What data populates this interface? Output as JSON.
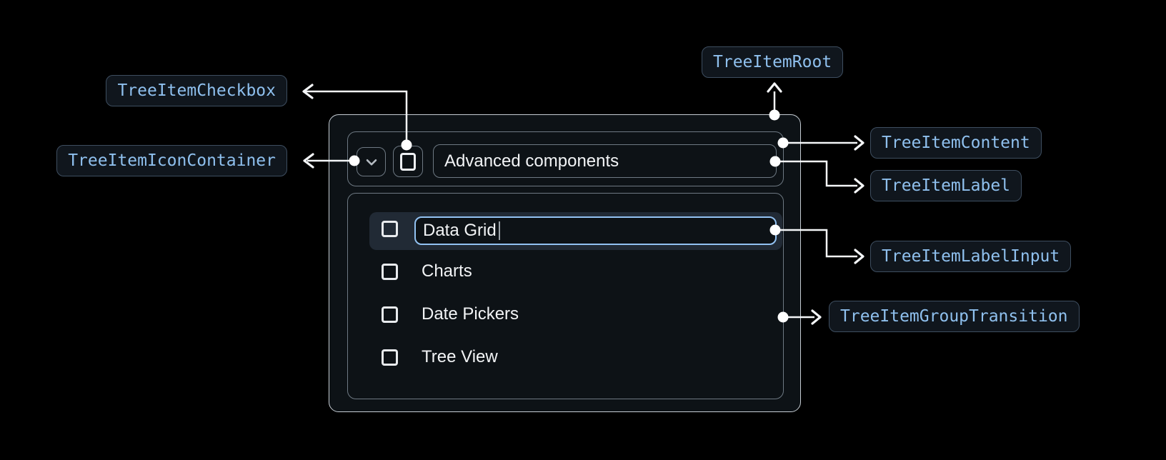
{
  "annotations": {
    "root": "TreeItemRoot",
    "checkbox": "TreeItemCheckbox",
    "icon_container": "TreeItemIconContainer",
    "content": "TreeItemContent",
    "label": "TreeItemLabel",
    "label_input": "TreeItemLabelInput",
    "group_transition": "TreeItemGroupTransition"
  },
  "tree": {
    "parent": {
      "label": "Advanced components",
      "expanded": true,
      "checkbox_checked": false
    },
    "children": [
      {
        "label": "Data Grid",
        "state": "editing",
        "checkbox_checked": false
      },
      {
        "label": "Charts",
        "checkbox_checked": false
      },
      {
        "label": "Date Pickers",
        "checkbox_checked": false
      },
      {
        "label": "Tree View",
        "checkbox_checked": false
      }
    ]
  },
  "icons": {
    "expand_icon": "chevron-down-icon",
    "checkbox_icon": "checkbox-unchecked-icon",
    "caret": "text-caret"
  },
  "colors": {
    "page_bg": "#000000",
    "surface_bg": "#0d1216",
    "root_border": "#c6cdd4",
    "inner_border": "#6e7983",
    "row_highlight_bg": "#212a35",
    "input_border": "#92c2f2",
    "annotation_text": "#8fc0ee",
    "annotation_border": "#3e4e60",
    "annotation_bg": "#10161d",
    "connector": "#f4f6f8",
    "text_primary": "#f2f4f6"
  }
}
